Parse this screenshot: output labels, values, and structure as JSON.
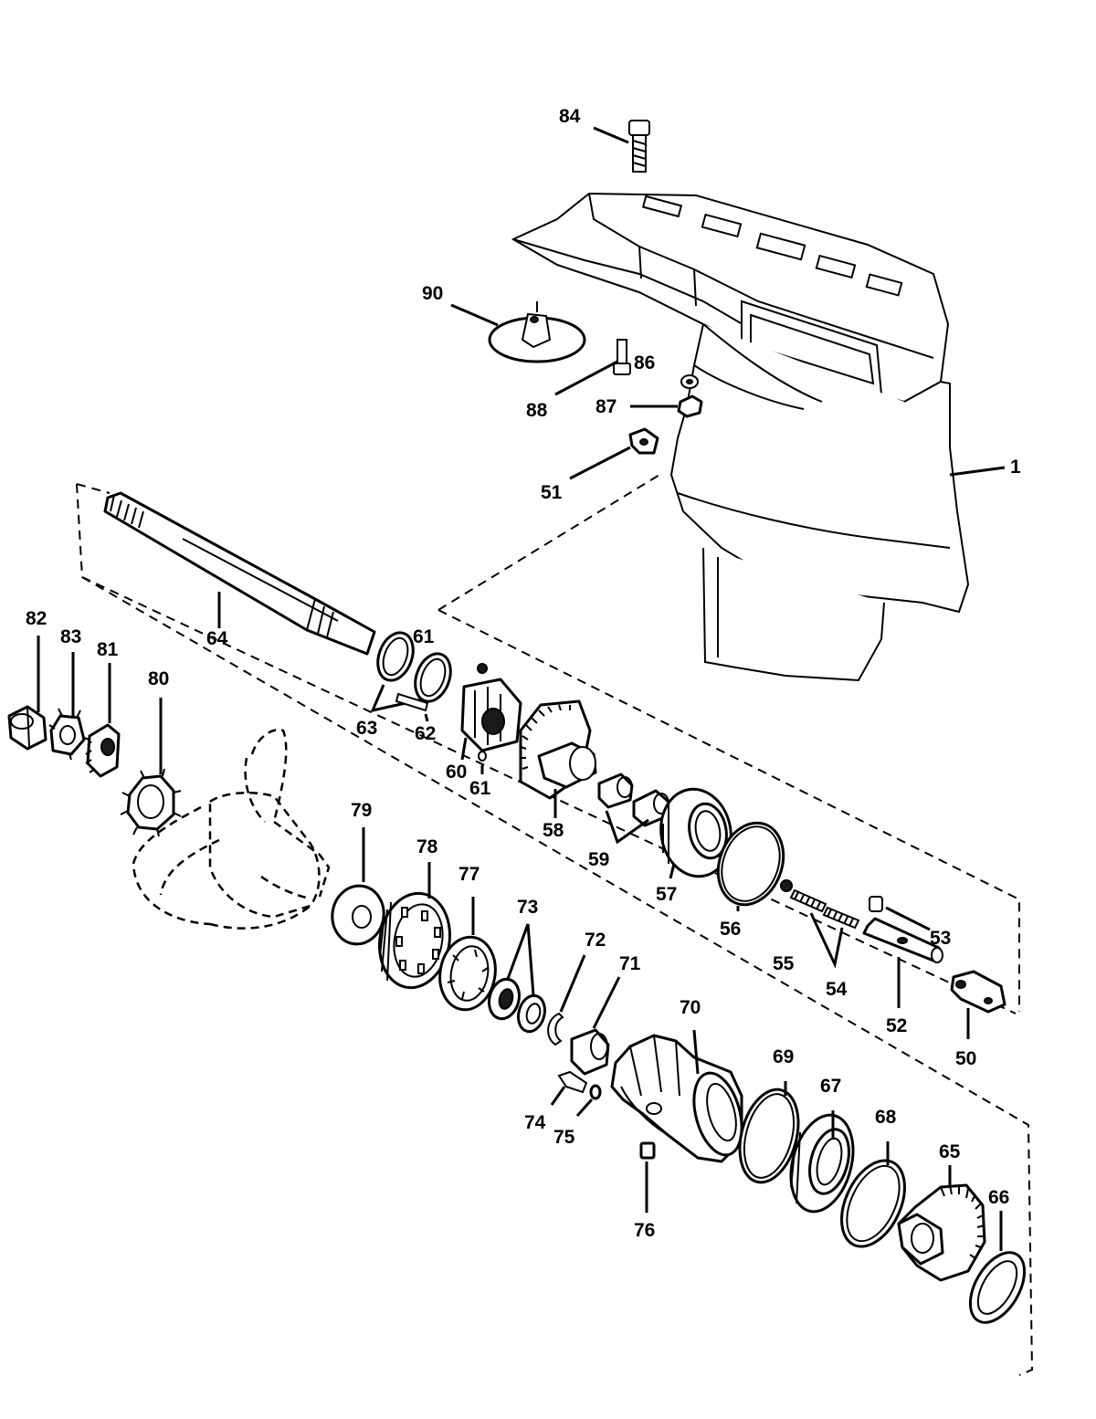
{
  "callouts": [
    {
      "id": "p1",
      "label": "1"
    },
    {
      "id": "p50",
      "label": "50"
    },
    {
      "id": "p51",
      "label": "51"
    },
    {
      "id": "p52",
      "label": "52"
    },
    {
      "id": "p53",
      "label": "53"
    },
    {
      "id": "p54",
      "label": "54"
    },
    {
      "id": "p55",
      "label": "55"
    },
    {
      "id": "p56",
      "label": "56"
    },
    {
      "id": "p57",
      "label": "57"
    },
    {
      "id": "p58",
      "label": "58"
    },
    {
      "id": "p59",
      "label": "59"
    },
    {
      "id": "p60",
      "label": "60"
    },
    {
      "id": "p61a",
      "label": "61"
    },
    {
      "id": "p61b",
      "label": "61"
    },
    {
      "id": "p62",
      "label": "62"
    },
    {
      "id": "p63",
      "label": "63"
    },
    {
      "id": "p64",
      "label": "64"
    },
    {
      "id": "p65",
      "label": "65"
    },
    {
      "id": "p66",
      "label": "66"
    },
    {
      "id": "p67",
      "label": "67"
    },
    {
      "id": "p68",
      "label": "68"
    },
    {
      "id": "p69",
      "label": "69"
    },
    {
      "id": "p70",
      "label": "70"
    },
    {
      "id": "p71",
      "label": "71"
    },
    {
      "id": "p72",
      "label": "72"
    },
    {
      "id": "p73",
      "label": "73"
    },
    {
      "id": "p74",
      "label": "74"
    },
    {
      "id": "p75",
      "label": "75"
    },
    {
      "id": "p76",
      "label": "76"
    },
    {
      "id": "p77",
      "label": "77"
    },
    {
      "id": "p78",
      "label": "78"
    },
    {
      "id": "p79",
      "label": "79"
    },
    {
      "id": "p80",
      "label": "80"
    },
    {
      "id": "p81",
      "label": "81"
    },
    {
      "id": "p82",
      "label": "82"
    },
    {
      "id": "p83",
      "label": "83"
    },
    {
      "id": "p84",
      "label": "84"
    },
    {
      "id": "p86",
      "label": "86"
    },
    {
      "id": "p87",
      "label": "87"
    },
    {
      "id": "p88",
      "label": "88"
    },
    {
      "id": "p90",
      "label": "90"
    }
  ],
  "colors": {
    "line": "#000000",
    "background": "#ffffff"
  }
}
